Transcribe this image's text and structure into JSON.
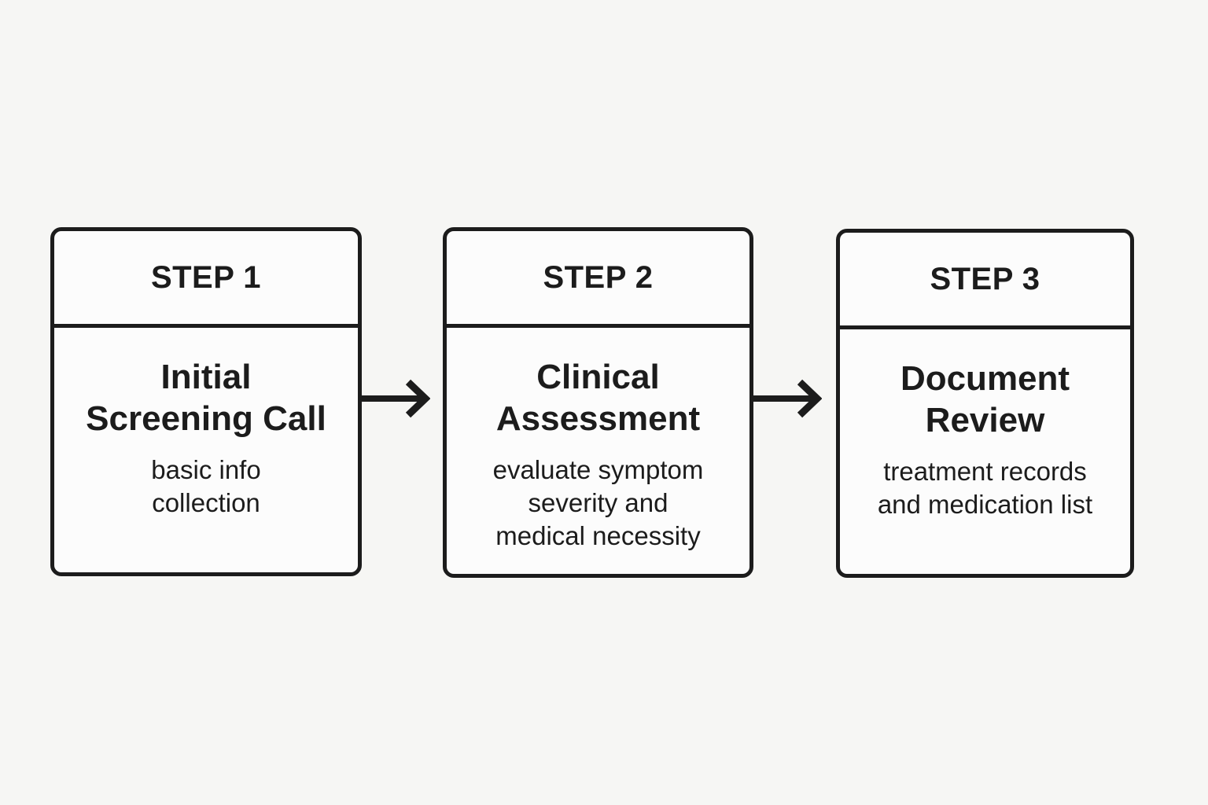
{
  "colors": {
    "background": "#f6f6f4",
    "box_fill": "#fcfcfc",
    "line": "#1c1c1c",
    "text": "#1c1c1c"
  },
  "steps": [
    {
      "label": "STEP 1",
      "title_lines": [
        "Initial",
        "Screening Call"
      ],
      "description_lines": [
        "basic info",
        "collection"
      ]
    },
    {
      "label": "STEP 2",
      "title_lines": [
        "Clinical",
        "Assessment"
      ],
      "description_lines": [
        "evaluate symptom",
        "severity and",
        "medical necessity"
      ]
    },
    {
      "label": "STEP 3",
      "title_lines": [
        "Document",
        "Review"
      ],
      "description_lines": [
        "treatment records",
        "and medication list"
      ]
    }
  ],
  "connectors": [
    {
      "icon": "right-arrow-icon"
    },
    {
      "icon": "right-arrow-icon"
    }
  ]
}
